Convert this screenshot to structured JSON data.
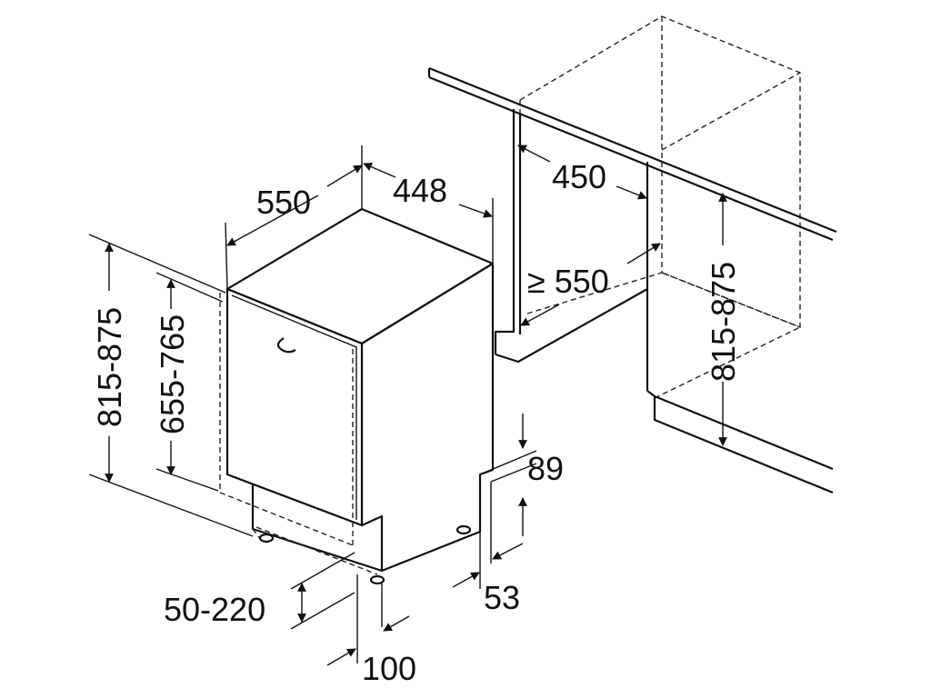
{
  "header_text": "",
  "dimensions": {
    "appliance_depth": "550",
    "appliance_width": "448",
    "niche_width": "450",
    "niche_depth": "≥ 550",
    "niche_height": "815-875",
    "total_height": "815-875",
    "door_height": "655-765",
    "plinth_height": "89",
    "plinth_offset": "53",
    "feet_adjustment": "50-220",
    "plinth_depth": "100"
  }
}
